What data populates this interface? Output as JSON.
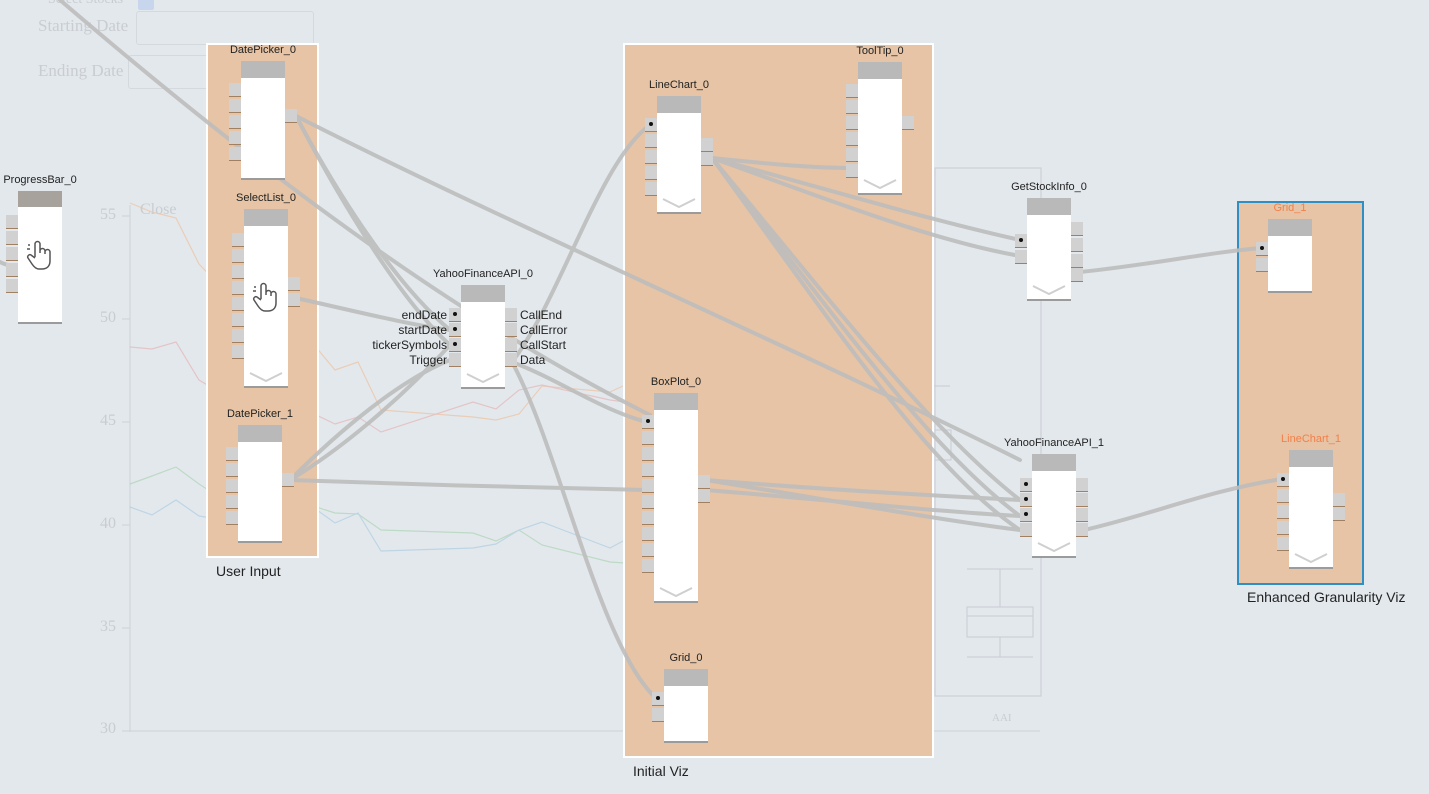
{
  "background": {
    "select_stocks": "Select Stocks",
    "starting_date": "Starting Date",
    "ending_date": "Ending Date",
    "close_label": "Close",
    "y_ticks": [
      "55",
      "50",
      "45",
      "40",
      "35",
      "30"
    ],
    "box_xlabel": "AAI"
  },
  "groups": {
    "user_input": "User Input",
    "initial_viz": "Initial Viz",
    "enhanced": "Enhanced Granularity Viz"
  },
  "nodes": {
    "progressbar_0": "ProgressBar_0",
    "datepicker_0": "DatePicker_0",
    "selectlist_0": "SelectList_0",
    "datepicker_1": "DatePicker_1",
    "yahoo_0": "YahooFinanceAPI_0",
    "linechart_0": "LineChart_0",
    "tooltip_0": "ToolTip_0",
    "boxplot_0": "BoxPlot_0",
    "grid_0": "Grid_0",
    "getstock_0": "GetStockInfo_0",
    "yahoo_1": "YahooFinanceAPI_1",
    "grid_1": "Grid_1",
    "linechart_1": "LineChart_1"
  },
  "yahoo_0_ports": {
    "inputs": [
      "endDate",
      "startDate",
      "tickerSymbols",
      "Trigger"
    ],
    "outputs": [
      "CallEnd",
      "CallError",
      "CallStart",
      "Data"
    ]
  },
  "colors": {
    "group_fill": "#e6c4a5",
    "selected_border": "#2d8fc4",
    "wire": "#bdbdbd",
    "highlight_title": "#f3804a"
  },
  "icons": [
    "hand-pointer-icon",
    "chevron-down-icon"
  ]
}
